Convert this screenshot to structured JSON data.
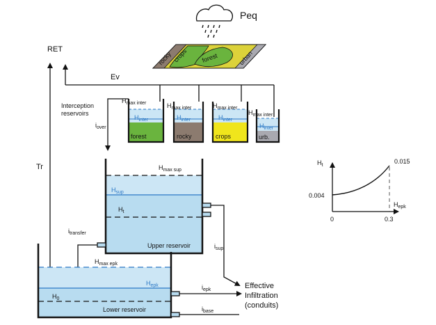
{
  "labels": {
    "peq": "Peq",
    "ret": "RET",
    "ev": "Ev",
    "tr": "Tr",
    "interception_line1": "Interception",
    "interception_line2": "reservoirs",
    "i_over": "i",
    "i_over_sub": "over",
    "i_transfer": "i",
    "i_transfer_sub": "transfer",
    "i_sup": "i",
    "i_sup_sub": "sup",
    "i_epk": "i",
    "i_epk_sub": "epk",
    "i_base": "i",
    "i_base_sub": "base",
    "hmax_inter": "H",
    "hmax_inter_sub": "max inter",
    "hinter": "H",
    "hinter_sub": "inter",
    "hmax_sup": "H",
    "hmax_sup_sub": "max sup",
    "hsup": "H",
    "hsup_sub": "sup",
    "ht": "H",
    "ht_sub": "t",
    "hmax_epk": "H",
    "hmax_epk_sub": "max epk",
    "hepk": "H",
    "hepk_sub": "epk",
    "h0": "H",
    "h0_sub": "0",
    "upper_reservoir": "Upper reservoir",
    "lower_reservoir": "Lower reservoir",
    "effective_line1": "Effective",
    "effective_line2": "Infiltration",
    "effective_line3": "(conduits)"
  },
  "landuse": {
    "strip": [
      "rocky",
      "crops",
      "forest",
      "urban"
    ],
    "reservoirs": [
      "forest",
      "rocky",
      "crops",
      "urb."
    ],
    "colors": {
      "forest": "#6ab43e",
      "rocky": "#8c7b6f",
      "crops": "#f0e51c",
      "urban": "#a9a9b0",
      "water": "#cce6f5",
      "water_line": "#2b78c5"
    }
  },
  "graph": {
    "y_label": "H",
    "y_label_sub": "t",
    "x_label": "H",
    "x_label_sub": "epk",
    "x_ticks": [
      "0",
      "0.3"
    ],
    "y_start_label": "0.004",
    "y_end_label": "0.015",
    "x_marker": 0.3,
    "y_start": 0.004,
    "y_end": 0.015
  },
  "icons": [
    "cloud-icon",
    "rain-icon"
  ]
}
